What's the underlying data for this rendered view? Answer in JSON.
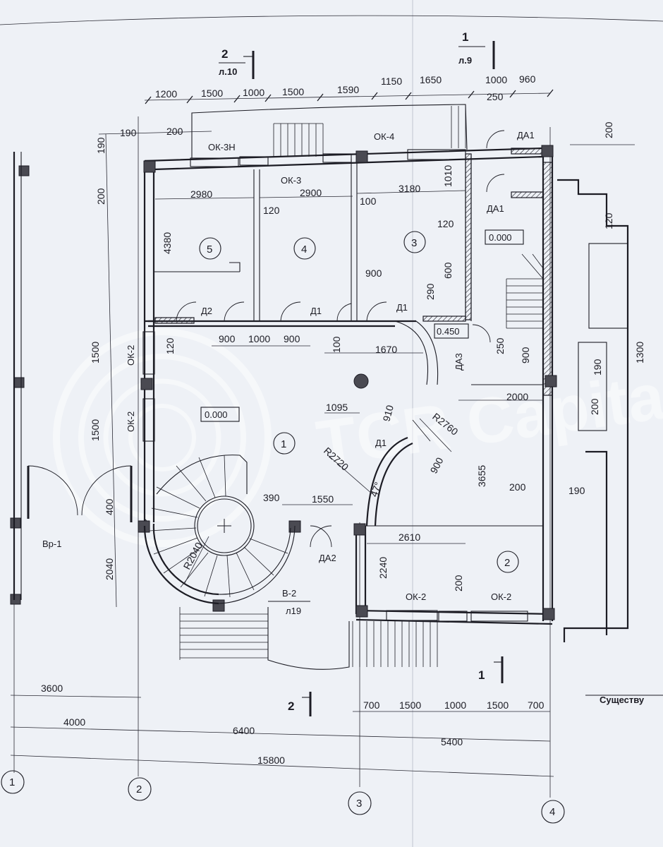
{
  "watermark": "TCR Capital",
  "section_marks": [
    {
      "number": "2",
      "sheet": "л.10"
    },
    {
      "number": "1",
      "sheet": "л.9"
    },
    {
      "number": "1",
      "sheet": ""
    },
    {
      "number": "2",
      "sheet": ""
    }
  ],
  "dims_top_row1": [
    "1200",
    "1500",
    "1000",
    "1500",
    "1590",
    "1150",
    "1650",
    "1000",
    "960"
  ],
  "dims_top_row2": [
    "190",
    "200",
    "250"
  ],
  "dims_left": [
    "190",
    "200",
    "4380",
    "1500",
    "1500",
    "400",
    "2040"
  ],
  "dims_right": [
    "200",
    "120",
    "1300",
    "190",
    "200",
    "190"
  ],
  "dims_interior": [
    "2980",
    "2900",
    "3180",
    "120",
    "100",
    "120",
    "1010",
    "600",
    "900",
    "290",
    "900",
    "1000",
    "900",
    "120",
    "100",
    "1670",
    "250",
    "900",
    "1095",
    "910",
    "2000",
    "3655",
    "900",
    "200",
    "390",
    "1550",
    "2610",
    "2240",
    "200",
    "47°"
  ],
  "radius_labels": [
    "R2760",
    "R2720",
    "R2040"
  ],
  "dims_bottom_row1": [
    "700",
    "1500",
    "1000",
    "1500",
    "700"
  ],
  "dims_bottom_row2": [
    "3600"
  ],
  "dims_bottom_row3": [
    "4000",
    "6400",
    "5400"
  ],
  "dims_bottom_total": "15800",
  "window_labels": [
    "ОК-3Н",
    "ОК-3",
    "ОК-4",
    "ОК-2",
    "ОК-2",
    "ОК-2",
    "ОК-2"
  ],
  "door_labels": [
    "Д2",
    "Д1",
    "Д1",
    "Д1",
    "ДА1",
    "ДА1",
    "ДА2",
    "ДА3"
  ],
  "gate_label": "Вр-1",
  "stair_label": {
    "name": "В-2",
    "sheet": "л19"
  },
  "rooms": [
    "5",
    "4",
    "3",
    "1",
    "2"
  ],
  "elevations": [
    "0.000",
    "0.000",
    "0.450"
  ],
  "axes": [
    "1",
    "2",
    "3",
    "4"
  ],
  "existing_label": "Существу"
}
